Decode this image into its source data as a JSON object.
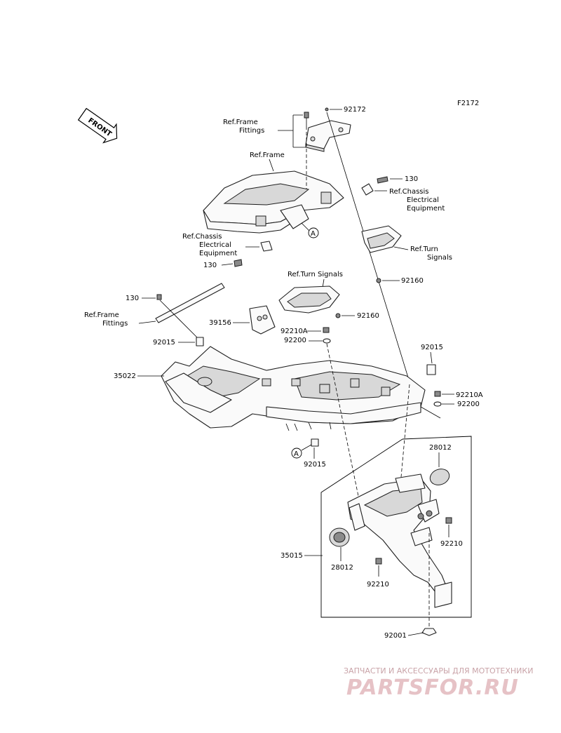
{
  "diagram_code": "F2172",
  "front_label": "FRONT",
  "circle_ref": "A",
  "labels": {
    "p92172": "92172",
    "ref_frame_fittings_top_1": "Ref.Frame",
    "ref_frame_fittings_top_2": "Fittings",
    "ref_frame": "Ref.Frame",
    "p130_right": "130",
    "ref_chassis_right_1": "Ref.Chassis",
    "ref_chassis_right_2": "Electrical",
    "ref_chassis_right_3": "Equipment",
    "ref_chassis_left_1": "Ref.Chassis",
    "ref_chassis_left_2": "Electrical",
    "ref_chassis_left_3": "Equipment",
    "p130_left_mid": "130",
    "ref_turn_right_1": "Ref.Turn",
    "ref_turn_right_2": "Signals",
    "ref_turn_center": "Ref.Turn Signals",
    "p92160_right": "92160",
    "p130_top_left": "130",
    "ref_frame_fittings_left_1": "Ref.Frame",
    "ref_frame_fittings_left_2": "Fittings",
    "p39156": "39156",
    "p92160_center": "92160",
    "p92210A_center": "92210A",
    "p92200_center": "92200",
    "p92015_left": "92015",
    "p92015_right": "92015",
    "p35022": "35022",
    "p92210A_right": "92210A",
    "p92200_right": "92200",
    "p92015_bottom": "92015",
    "p28012_top": "28012",
    "p92210_right": "92210",
    "p35015": "35015",
    "p28012_bottom": "28012",
    "p92210_bottom": "92210",
    "p92001": "92001"
  },
  "watermark": {
    "line1": "ЗАПЧАСТИ И АКСЕССУАРЫ ДЛЯ МОТОТЕХНИКИ",
    "line2": "PARTSFOR.RU"
  }
}
